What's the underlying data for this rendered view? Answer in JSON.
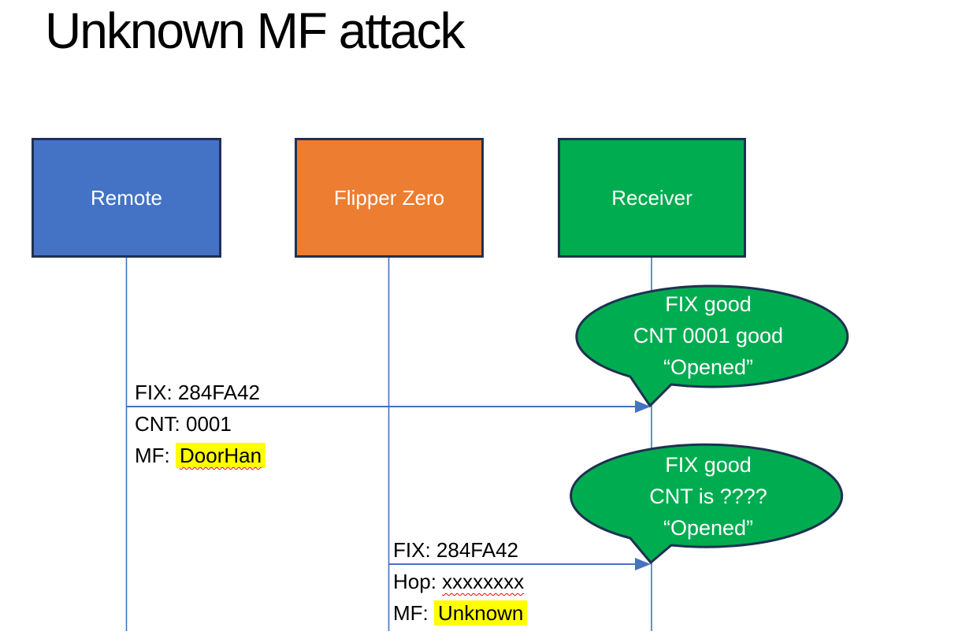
{
  "title": "Unknown MF attack",
  "colors": {
    "remote_box": "#4472C4",
    "flipper_box": "#ED7D31",
    "receiver_box": "#00AC50",
    "callout_fill": "#00AC50",
    "shape_border": "#1f3150",
    "connector_blue": "#4472C4",
    "highlight_yellow": "#FFFF00",
    "misspell_underline_red": "#FF0000",
    "box_text": "#FFFFFF",
    "label_text": "#000000"
  },
  "actors": [
    {
      "label": "Remote"
    },
    {
      "label": "Flipper Zero"
    },
    {
      "label": "Receiver"
    }
  ],
  "messages": [
    {
      "from": "Remote",
      "to": "Receiver",
      "line1_prefix": "FIX: ",
      "line1_value": "284FA42",
      "line2_prefix": "CNT: ",
      "line2_value": "0001",
      "line3_prefix": "MF: ",
      "line3_value": "DoorHan",
      "line3_value_highlighted": true,
      "line3_value_misspelled": true
    },
    {
      "from": "Flipper Zero",
      "to": "Receiver",
      "line1_prefix": "FIX: ",
      "line1_value": "284FA42",
      "line2_prefix": "Hop: ",
      "line2_value": "xxxxxxxx",
      "line2_value_misspelled": true,
      "line3_prefix": "MF: ",
      "line3_value": "Unknown",
      "line3_value_highlighted": true
    }
  ],
  "callouts": [
    {
      "attached_to": "Receiver",
      "line1": "FIX good",
      "line2": "CNT 0001 good",
      "line3": "“Opened”"
    },
    {
      "attached_to": "Receiver",
      "line1": "FIX good",
      "line2": "CNT is ????",
      "line3": "“Opened”"
    }
  ]
}
